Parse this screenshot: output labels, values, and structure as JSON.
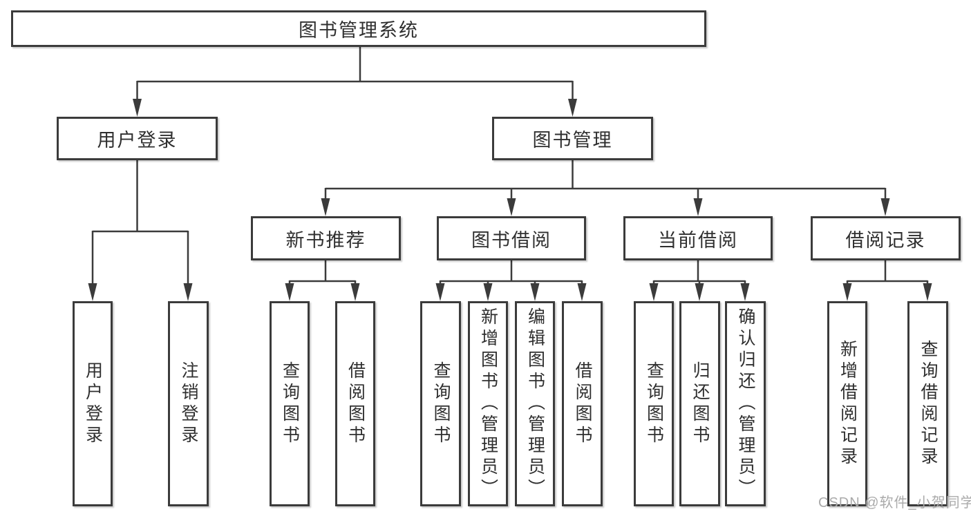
{
  "tree": {
    "label": "图书管理系统",
    "children": [
      {
        "label": "用户登录",
        "children": [
          {
            "label": "用户登录"
          },
          {
            "label": "注销登录"
          }
        ]
      },
      {
        "label": "图书管理",
        "children": [
          {
            "label": "新书推荐",
            "children": [
              {
                "label": "查询图书"
              },
              {
                "label": "借阅图书"
              }
            ]
          },
          {
            "label": "图书借阅",
            "children": [
              {
                "label": "查询图书"
              },
              {
                "label": "新增图书（管理员）"
              },
              {
                "label": "编辑图书（管理员）"
              },
              {
                "label": "借阅图书"
              }
            ]
          },
          {
            "label": "当前借阅",
            "children": [
              {
                "label": "查询图书"
              },
              {
                "label": "归还图书"
              },
              {
                "label": "确认归还（管理员）"
              }
            ]
          },
          {
            "label": "借阅记录",
            "children": [
              {
                "label": "新增借阅记录"
              },
              {
                "label": "查询借阅记录"
              }
            ]
          }
        ]
      }
    ]
  },
  "watermark": {
    "text": "CSDN @软件_小贺同学"
  },
  "colors": {
    "line": "#3b3b3b",
    "text": "#2f2f2f",
    "watermark": "#aaaaaa",
    "background": "#ffffff"
  }
}
